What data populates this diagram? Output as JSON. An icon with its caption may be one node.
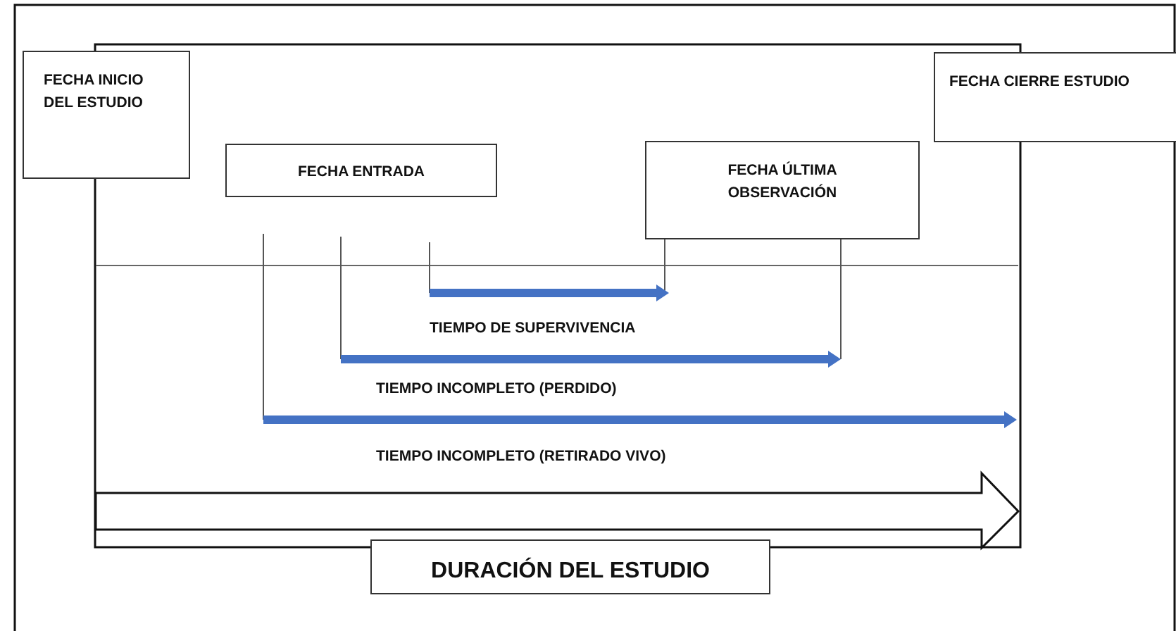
{
  "diagram": {
    "nodes": [
      {
        "text": [
          "FECHA INICIO DEL ESTUDIO"
        ]
      },
      {
        "text": [
          "FECHA ENTRADA"
        ]
      },
      {
        "text": [
          "FECHA ÚLTIMA OBSERVACIÓN"
        ]
      },
      {
        "text": [
          "FECHA CIERRE ESTUDIO"
        ]
      },
      {
        "text": [
          "DURACIÓN DEL ESTUDIO"
        ]
      }
    ],
    "labels": [
      "TIEMPO DE SUPERVIVENCIA",
      "TIEMPO INCOMPLETO (PERDIDO)",
      "TIEMPO INCOMPLETO (RETIRADO VIVO)"
    ]
  }
}
